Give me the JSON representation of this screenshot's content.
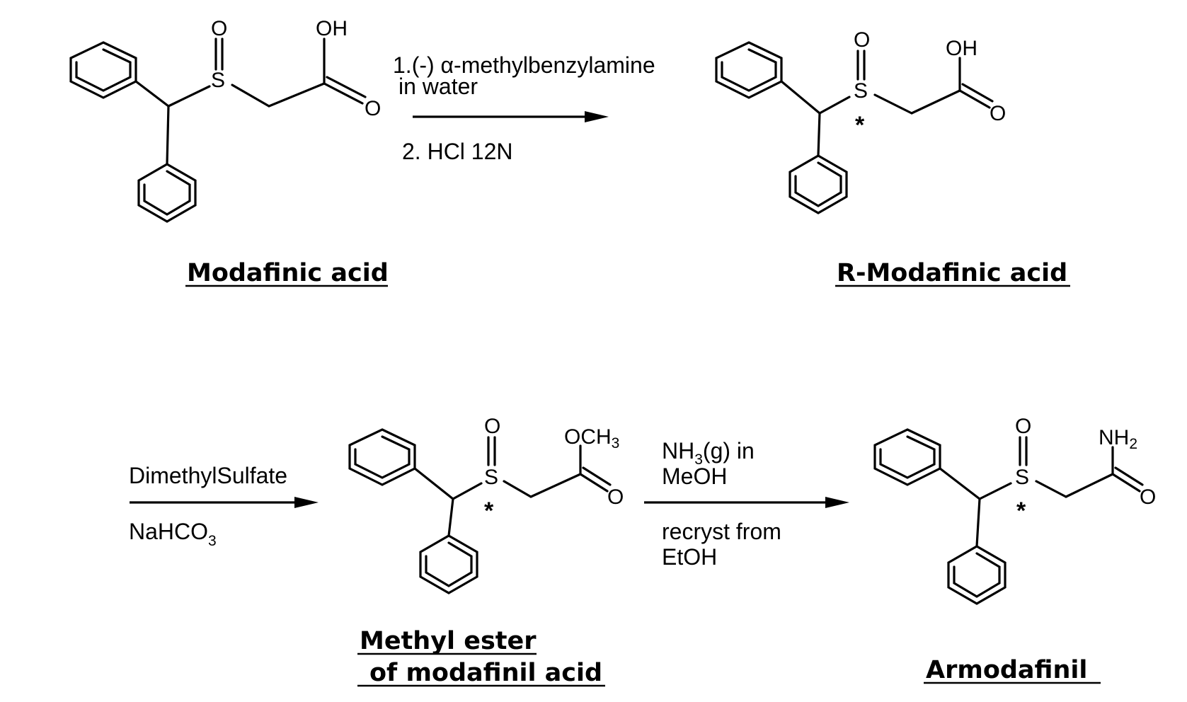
{
  "compounds": {
    "modafinic_acid": {
      "name": "Modafinic acid",
      "atoms": {
        "sulfur": "S",
        "sulfinyl_oxygen": "O",
        "carbonyl_oxygen": "O",
        "acid_group": "OH"
      }
    },
    "r_modafinic_acid": {
      "name": "R-Modafinic acid",
      "atoms": {
        "sulfur": "S",
        "sulfinyl_oxygen": "O",
        "carbonyl_oxygen": "O",
        "acid_group": "OH"
      },
      "stereo_mark": "*"
    },
    "methyl_ester": {
      "name_line1": "Methyl ester",
      "name_line2": "of modafinil acid",
      "atoms": {
        "sulfur": "S",
        "sulfinyl_oxygen": "O",
        "carbonyl_oxygen": "O",
        "ester_group": "OCH",
        "ester_group_sub": "3"
      },
      "stereo_mark": "*"
    },
    "armodafinil": {
      "name": "Armodafinil",
      "atoms": {
        "sulfur": "S",
        "sulfinyl_oxygen": "O",
        "carbonyl_oxygen": "O",
        "amide_group": "NH",
        "amide_group_sub": "2"
      },
      "stereo_mark": "*"
    }
  },
  "steps": {
    "step1": {
      "line1": "1.(-) α-methylbenzylamine",
      "line2": "in water",
      "line3": "2. HCl 12N"
    },
    "step2": {
      "above": "DimethylSulfate",
      "below_main": "NaHCO",
      "below_sub": "3"
    },
    "step3": {
      "above1_a": "NH",
      "above1_sub": "3",
      "above1_b": "(g) in",
      "above2": "MeOH",
      "below1": "recryst from",
      "below2": "EtOH"
    }
  }
}
